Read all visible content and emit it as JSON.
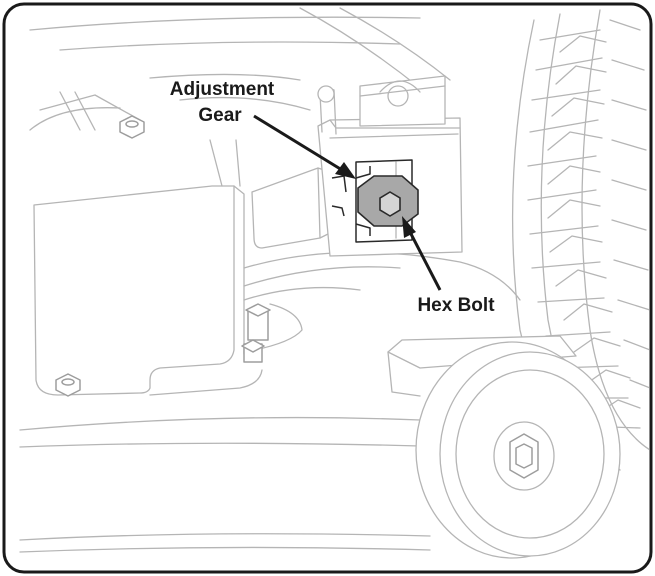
{
  "labels": {
    "adjustment_gear_line1": "Adjustment",
    "adjustment_gear_line2": "Gear",
    "hex_bolt": "Hex Bolt"
  },
  "colors": {
    "frame": "#1a1a1a",
    "line_art": "#b5b5b5",
    "bolt_fill": "#a8a8a8",
    "callout": "#1a1a1a"
  }
}
